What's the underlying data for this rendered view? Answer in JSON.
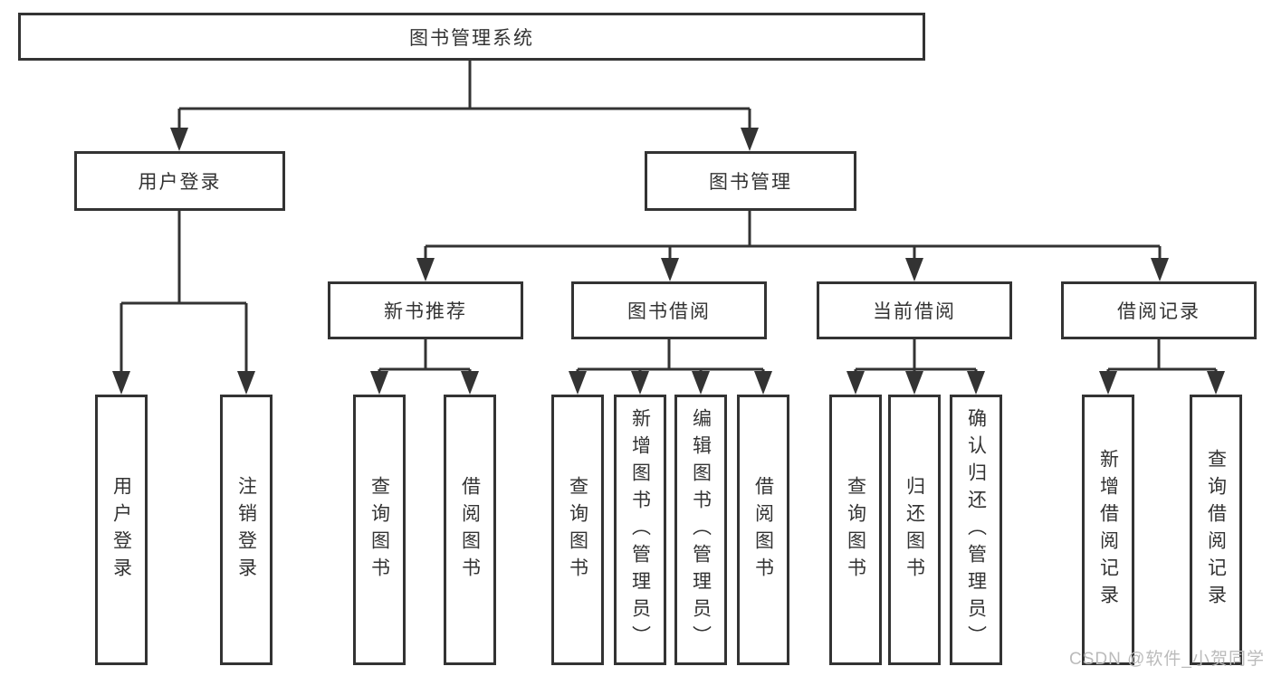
{
  "title": "图书管理系统",
  "tree": {
    "label": "图书管理系统",
    "children": [
      {
        "label": "用户登录",
        "children": [
          {
            "label": "用户登录"
          },
          {
            "label": "注销登录"
          }
        ]
      },
      {
        "label": "图书管理",
        "children": [
          {
            "label": "新书推荐",
            "children": [
              {
                "label": "查询图书"
              },
              {
                "label": "借阅图书"
              }
            ]
          },
          {
            "label": "图书借阅",
            "children": [
              {
                "label": "查询图书"
              },
              {
                "label": "新增图书（管理员）"
              },
              {
                "label": "编辑图书（管理员）"
              },
              {
                "label": "借阅图书"
              }
            ]
          },
          {
            "label": "当前借阅",
            "children": [
              {
                "label": "查询图书"
              },
              {
                "label": "归还图书"
              },
              {
                "label": "确认归还（管理员）"
              }
            ]
          },
          {
            "label": "借阅记录",
            "children": [
              {
                "label": "新增借阅记录"
              },
              {
                "label": "查询借阅记录"
              }
            ]
          }
        ]
      }
    ]
  },
  "watermark": "CSDN @软件_小贺同学",
  "colors": {
    "line": "#333333",
    "text": "#333333",
    "box_fill": "#ffffff",
    "watermark": "#bbbbbb",
    "background": "#ffffff"
  }
}
